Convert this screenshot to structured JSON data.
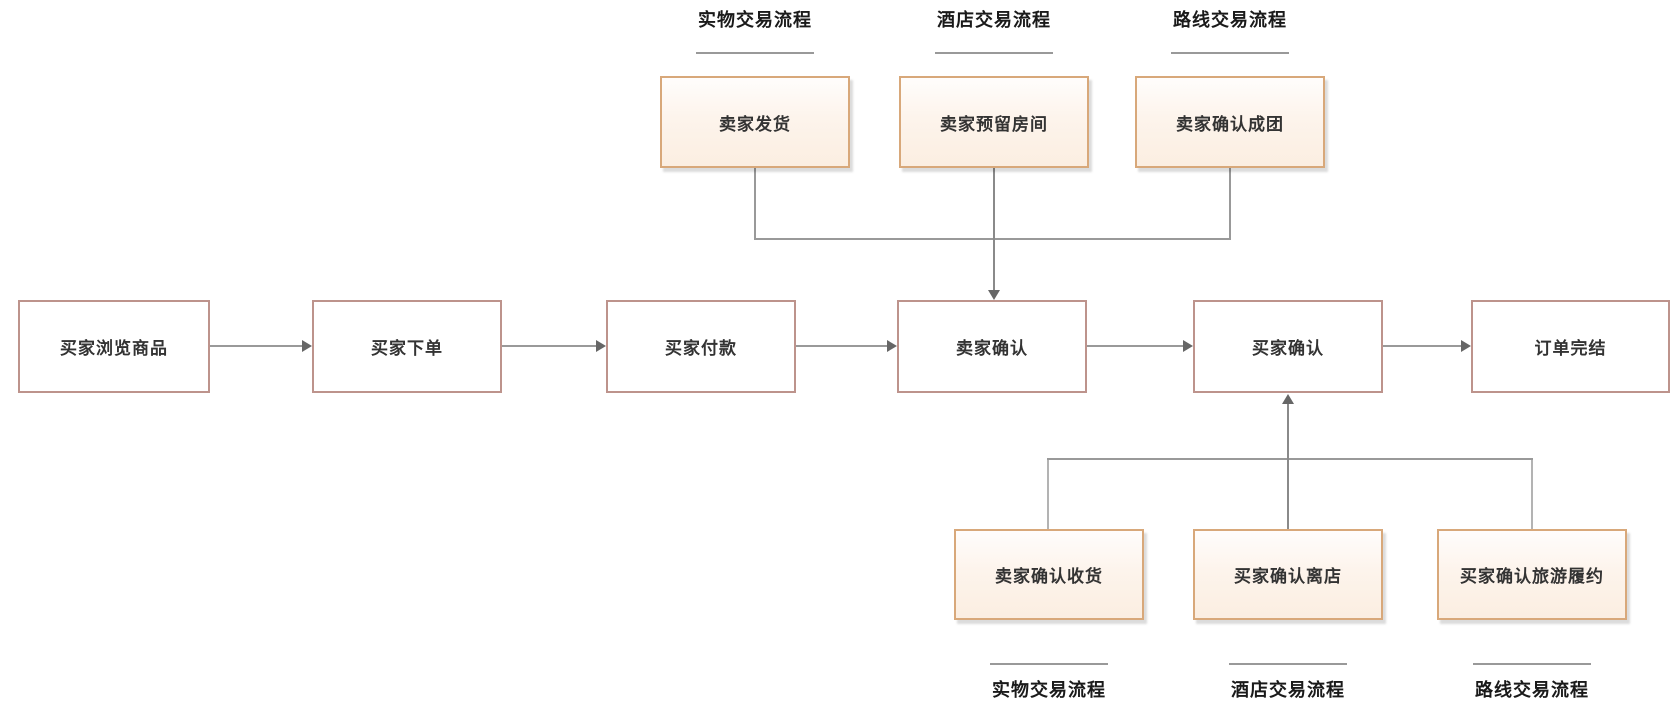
{
  "top_flows": [
    {
      "label": "实物交易流程",
      "box": "卖家发货"
    },
    {
      "label": "酒店交易流程",
      "box": "卖家预留房间"
    },
    {
      "label": "路线交易流程",
      "box": "卖家确认成团"
    }
  ],
  "main_flow": {
    "steps": [
      "买家浏览商品",
      "买家下单",
      "买家付款",
      "卖家确认",
      "买家确认",
      "订单完结"
    ]
  },
  "bottom_flows": [
    {
      "box": "卖家确认收货",
      "label": "实物交易流程"
    },
    {
      "box": "买家确认离店",
      "label": "酒店交易流程"
    },
    {
      "box": "买家确认旅游履约",
      "label": "路线交易流程"
    }
  ],
  "colors": {
    "accent_box_border": "#d8a87a",
    "accent_box_fill_top": "#fffdfc",
    "accent_box_fill_bottom": "#fbeee1",
    "main_box_border": "#bd938c",
    "connector_line": "#999999",
    "arrowhead": "#666666",
    "node_text": "#333333",
    "title_text": "#1a1a1a"
  }
}
